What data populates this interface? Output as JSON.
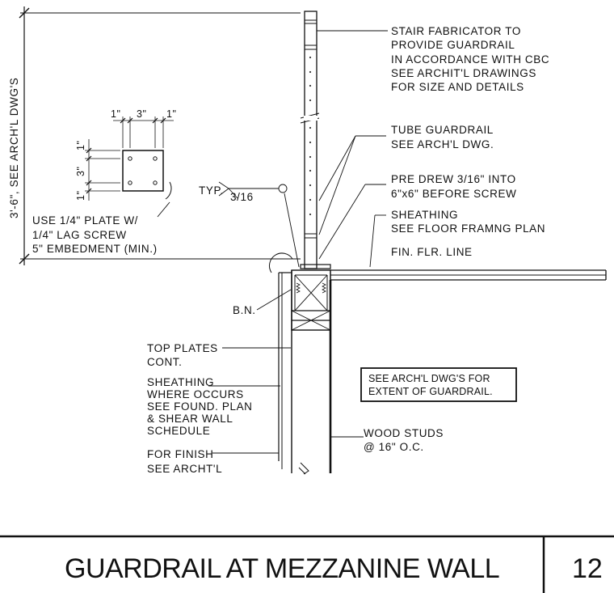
{
  "notes": {
    "stair_fabricator": [
      "STAIR FABRICATOR TO",
      "PROVIDE GUARDRAIL",
      "IN ACCORDANCE WITH CBC",
      "SEE ARCHIT'L DRAWINGS",
      "FOR SIZE AND DETAILS"
    ],
    "tube_guardrail": [
      "TUBE GUARDRAIL",
      "SEE ARCH'L DWG."
    ],
    "pre_drew": [
      "PRE DREW 3/16\" INTO",
      "6\"x6\" BEFORE SCREW"
    ],
    "sheathing_floor": [
      "SHEATHING",
      "SEE FLOOR FRAMNG PLAN"
    ],
    "fin_flr": "FIN. FLR. LINE",
    "plate": [
      "USE 1/4\" PLATE W/",
      "1/4\" LAG SCREW",
      "5\" EMBEDMENT (MIN.)"
    ],
    "weld_typ": "TYP.",
    "weld_size": "3/16",
    "bn": "B.N.",
    "top_plates": [
      "TOP PLATES",
      "CONT."
    ],
    "sheathing_wall": [
      "SHEATHING",
      "WHERE OCCURS",
      "SEE FOUND. PLAN",
      "& SHEAR WALL",
      "SCHEDULE"
    ],
    "finish": [
      "FOR FINISH",
      "SEE ARCHT'L"
    ],
    "wood_studs": [
      "WOOD STUDS",
      "@ 16\" O.C."
    ],
    "boxed_note": [
      "SEE ARCH'L DWG'S FOR",
      "EXTENT OF GUARDRAIL."
    ]
  },
  "dimensions": {
    "height": "3'-6\", SEE ARCH'L DWG'S",
    "plate_top": [
      "1\"",
      "3\"",
      "1\""
    ],
    "plate_side": [
      "1\"",
      "3\"",
      "1\""
    ]
  },
  "footer": {
    "title": "GUARDRAIL AT MEZZANINE WALL",
    "detail_number": "12"
  }
}
